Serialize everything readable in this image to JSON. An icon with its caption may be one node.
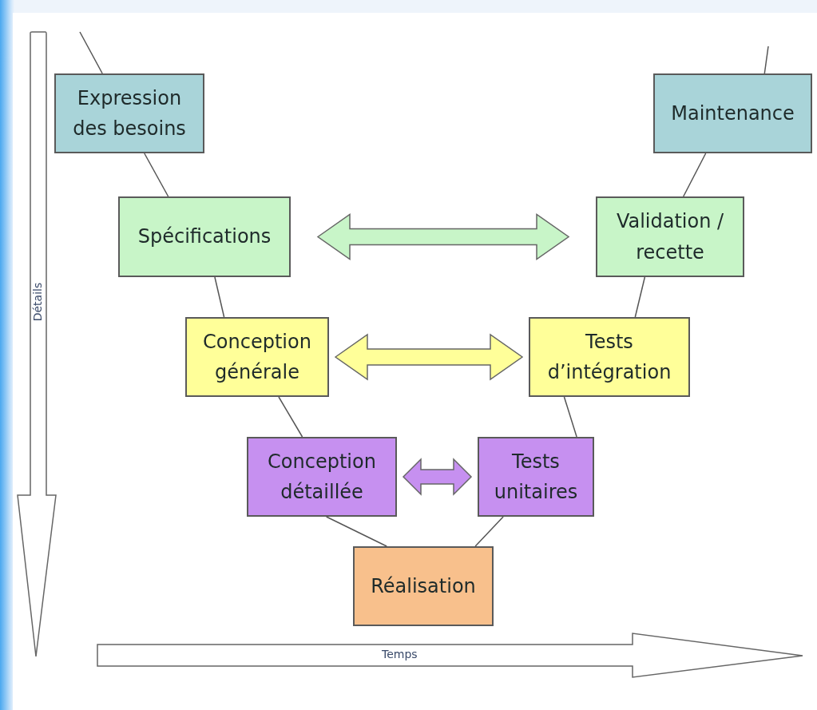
{
  "diagram": {
    "nodes": [
      {
        "text": [
          "Expression des besoins"
        ]
      },
      {
        "text": [
          "Spécifications"
        ]
      },
      {
        "text": [
          "Conception générale"
        ]
      },
      {
        "text": [
          "Conception détaillée"
        ]
      },
      {
        "text": [
          "Réalisation"
        ]
      },
      {
        "text": [
          "Tests unitaires"
        ]
      },
      {
        "text": [
          "Tests d’intégration"
        ]
      },
      {
        "text": [
          "Validation / recette"
        ]
      },
      {
        "text": [
          "Maintenance"
        ]
      }
    ],
    "edges": [
      {
        "from": null,
        "to": 0,
        "arrow": "none"
      },
      {
        "from": 0,
        "to": 1,
        "arrow": "none"
      },
      {
        "from": 1,
        "to": 2,
        "arrow": "none"
      },
      {
        "from": 2,
        "to": 3,
        "arrow": "none"
      },
      {
        "from": 3,
        "to": 4,
        "arrow": "none"
      },
      {
        "from": 4,
        "to": 5,
        "arrow": "none"
      },
      {
        "from": 5,
        "to": 6,
        "arrow": "none"
      },
      {
        "from": 6,
        "to": 7,
        "arrow": "none"
      },
      {
        "from": 7,
        "to": 8,
        "arrow": "none"
      },
      {
        "from": 8,
        "to": null,
        "arrow": "none"
      },
      {
        "from": 1,
        "to": 7,
        "arrow": "both",
        "style": "thick",
        "color": "#c8f5c8"
      },
      {
        "from": 2,
        "to": 6,
        "arrow": "both",
        "style": "thick",
        "color": "#ffff99"
      },
      {
        "from": 3,
        "to": 5,
        "arrow": "both",
        "style": "thick",
        "color": "#c690f0"
      }
    ],
    "labels": [
      "Détails",
      "Temps"
    ]
  }
}
